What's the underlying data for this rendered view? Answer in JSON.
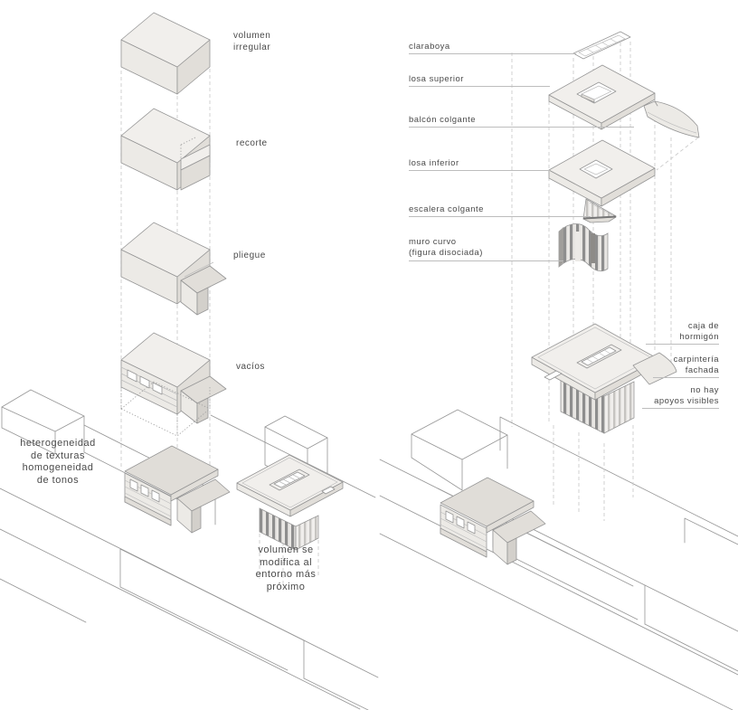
{
  "colors": {
    "background": "#ffffff",
    "line": "#969696",
    "line_light": "#bdbdbd",
    "dash": "#cccccc",
    "text": "#4a4a4a",
    "fill_top": "#f1efec",
    "fill_front": "#eceae6",
    "fill_side": "#e1ded9",
    "fill_dark": "#d3d0cb",
    "roof": "#e0ddd8",
    "stripe_dark": "#8e8e8e",
    "stripe_light": "#c6c4c1"
  },
  "left_panel": {
    "step_labels": [
      {
        "id": "volumen-irregular",
        "text": "volumen\nirregular"
      },
      {
        "id": "recorte",
        "text": "recorte"
      },
      {
        "id": "pliegue",
        "text": "pliegue"
      },
      {
        "id": "vacios",
        "text": "vacíos"
      }
    ],
    "notes": [
      {
        "id": "heterogeneidad",
        "text": "heterogeneidad\nde texturas\nhomogeneidad\nde tonos"
      },
      {
        "id": "volumen-modifica",
        "text": "volumen se\nmodifica al\nentorno más\npróximo"
      }
    ]
  },
  "right_panel": {
    "component_labels": [
      {
        "id": "claraboya",
        "text": "claraboya"
      },
      {
        "id": "losa-superior",
        "text": "losa superior"
      },
      {
        "id": "balcon-colgante",
        "text": "balcón colgante"
      },
      {
        "id": "losa-inferior",
        "text": "losa inferior"
      },
      {
        "id": "escalera-colgante",
        "text": "escalera colgante"
      },
      {
        "id": "muro-curvo",
        "text": "muro curvo\n(figura disociada)"
      }
    ],
    "feature_labels": [
      {
        "id": "caja-hormigon",
        "text": "caja de\nhormigón"
      },
      {
        "id": "carpinteria-fachada",
        "text": "carpintería\nfachada"
      },
      {
        "id": "no-apoyos",
        "text": "no hay\napoyos visibles"
      }
    ]
  }
}
